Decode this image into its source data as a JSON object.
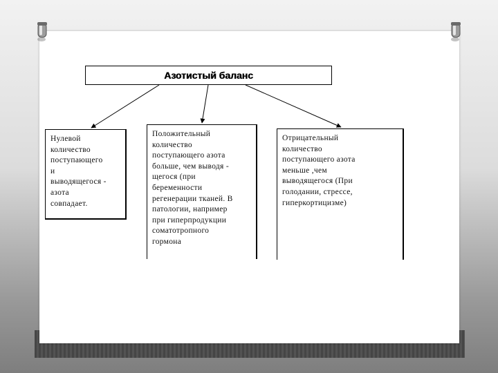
{
  "diagram": {
    "title": "Азотистый баланс",
    "nodes": [
      {
        "id": "zero",
        "text": "Нулевой\n количество\nпоступающего\nи\nвыводящегося -\nазота\nсовпадает."
      },
      {
        "id": "positive",
        "text": "Положительный\nколичество\nпоступающего азота\nбольше, чем выводя -\nщегося (при\nбеременности\nрегенерации тканей. В\nпатологии, например\nпри гиперпродукции\nсоматотропного\nгормона"
      },
      {
        "id": "negative",
        "text": "Отрицательный\nколичество\nпоступающего азота\nменьше ,чем\nвыводящегося (При\nголодании, стрессе,\nгиперкортицизме)"
      }
    ],
    "edges": [
      {
        "from": "title",
        "to": "zero"
      },
      {
        "from": "title",
        "to": "positive"
      },
      {
        "from": "title",
        "to": "negative"
      }
    ]
  }
}
